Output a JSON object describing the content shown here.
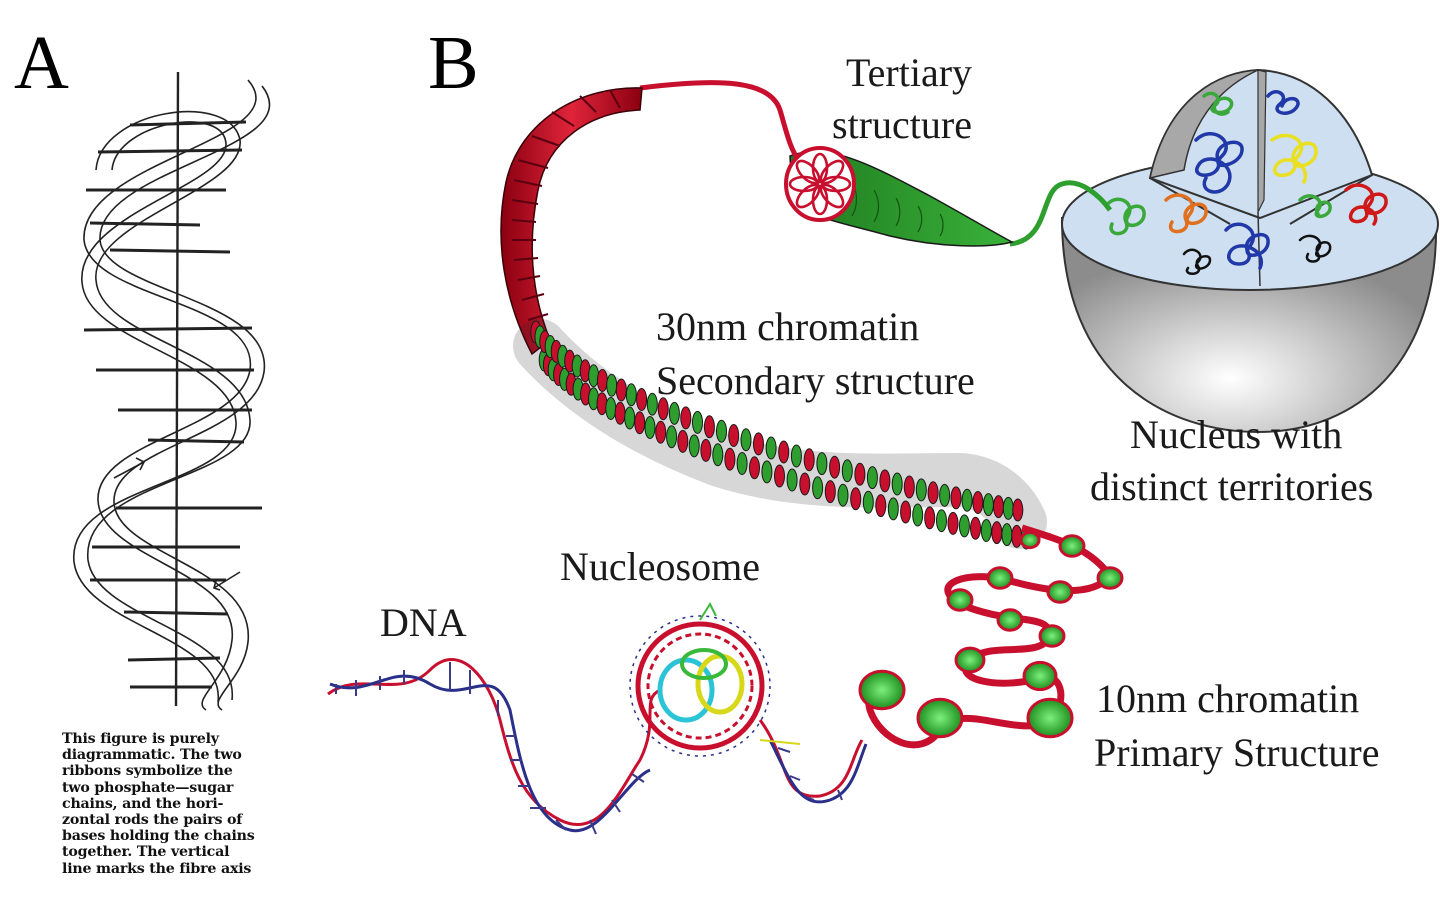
{
  "panel_a": {
    "letter": "A",
    "caption_lines": [
      "This figure is purely",
      "diagrammatic. The two",
      "ribbons symbolize the",
      "two phosphate—sugar",
      "chains, and the hori-",
      "zontal rods the pairs of",
      "bases holding the chains",
      "together. The vertical",
      "line marks the fibre axis"
    ]
  },
  "panel_b": {
    "letter": "B",
    "labels": {
      "tertiary_1": "Tertiary",
      "tertiary_2": "structure",
      "secondary_1": "30nm chromatin",
      "secondary_2": "Secondary structure",
      "nucleus_1": "Nucleus with",
      "nucleus_2": "distinct territories",
      "nucleosome": "Nucleosome",
      "dna": "DNA",
      "primary_1": "10nm chromatin",
      "primary_2": "Primary Structure"
    },
    "colors": {
      "chromatin_red": "#c8102e",
      "chromatin_green": "#2e9e2e",
      "dna_blue": "#2a2f8a",
      "nucleus_interior": "#cfe0ef",
      "nucleus_shell": "#9a9a9a"
    },
    "territory_colors": [
      "#3aa83a",
      "#2038a8",
      "#e8e020",
      "#2038a8",
      "#e07020",
      "#3aa83a",
      "#d01818",
      "#111111",
      "#2038a8",
      "#111111",
      "#3aa83a"
    ]
  }
}
